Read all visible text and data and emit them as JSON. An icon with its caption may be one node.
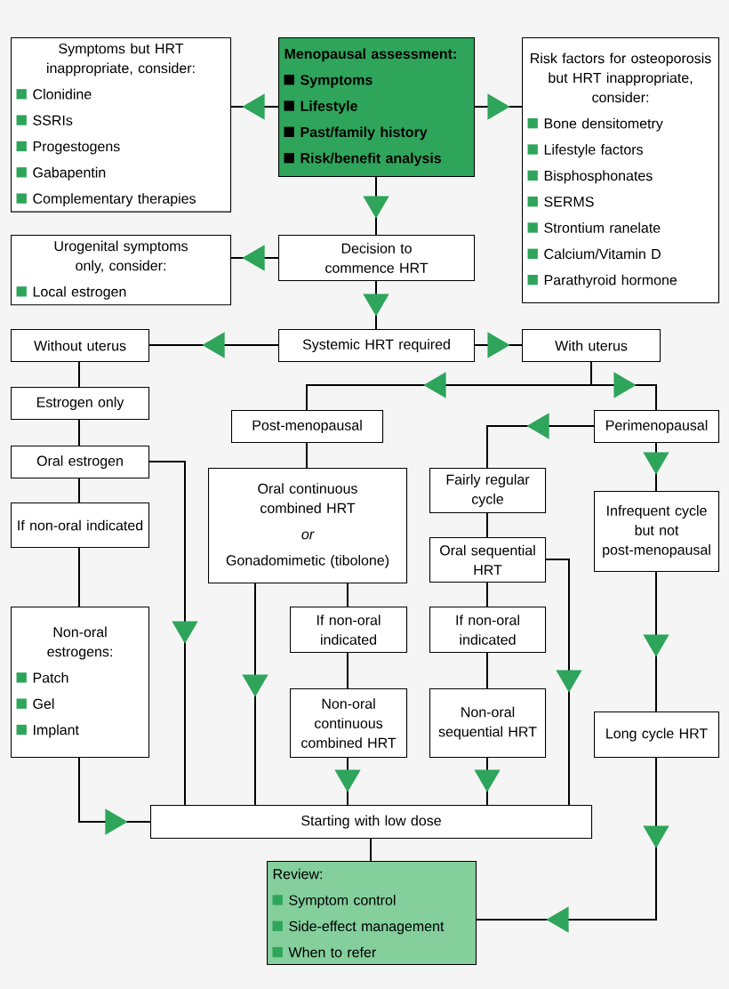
{
  "diagram": {
    "nodes": [
      {
        "text": [
          "Symptoms but HRT inappropriate, consider:",
          "Clonidine",
          "SSRIs",
          "Progestogens",
          "Gabapentin",
          "Complementary therapies"
        ]
      },
      {
        "text": [
          "Menopausal assessment:",
          "Symptoms",
          "Lifestyle",
          "Past/family history",
          "Risk/benefit analysis"
        ]
      },
      {
        "text": [
          "Risk factors for osteoporosis but HRT inappropriate, consider:",
          "Bone densitometry",
          "Lifestyle factors",
          "Bisphosphonates",
          "SERMS",
          "Strontium ranelate",
          "Calcium/Vitamin D",
          "Parathyroid hormone"
        ]
      },
      {
        "text": [
          "Urogenital symptoms only, consider:",
          "Local estrogen"
        ]
      },
      {
        "text": [
          "Decision to commence HRT"
        ]
      },
      {
        "text": [
          "Systemic HRT required"
        ]
      },
      {
        "text": [
          "Without uterus"
        ]
      },
      {
        "text": [
          "With uterus"
        ]
      },
      {
        "text": [
          "Estrogen only"
        ]
      },
      {
        "text": [
          "Post-menopausal"
        ]
      },
      {
        "text": [
          "Perimenopausal"
        ]
      },
      {
        "text": [
          "Oral estrogen"
        ]
      },
      {
        "text": [
          "Oral continuous combined HRT",
          "or",
          "Gonadomimetic (tibolone)"
        ]
      },
      {
        "text": [
          "Fairly regular cycle"
        ]
      },
      {
        "text": [
          "Infrequent cycle but not post-menopausal"
        ]
      },
      {
        "text": [
          "If non-oral indicated"
        ]
      },
      {
        "text": [
          "Oral sequential HRT"
        ]
      },
      {
        "text": [
          "If non-oral indicated"
        ]
      },
      {
        "text": [
          "If non-oral indicated"
        ]
      },
      {
        "text": [
          "Non-oral estrogens:",
          "Patch",
          "Gel",
          "Implant"
        ]
      },
      {
        "text": [
          "Non-oral continuous combined HRT"
        ]
      },
      {
        "text": [
          "Non-oral sequential HRT"
        ]
      },
      {
        "text": [
          "Long cycle HRT"
        ]
      },
      {
        "text": [
          "Starting with low dose"
        ]
      },
      {
        "text": [
          "Review:",
          "Symptom control",
          "Side-effect management",
          "When to refer"
        ]
      }
    ],
    "edges": [
      {
        "from": 1,
        "to": 0,
        "arrow": "to"
      },
      {
        "from": 1,
        "to": 2,
        "arrow": "to"
      },
      {
        "from": 1,
        "to": 4,
        "arrow": "to"
      },
      {
        "from": 4,
        "to": 3,
        "arrow": "to"
      },
      {
        "from": 4,
        "to": 5,
        "arrow": "to"
      },
      {
        "from": 5,
        "to": 6,
        "arrow": "to"
      },
      {
        "from": 5,
        "to": 7,
        "arrow": "to"
      },
      {
        "from": 7,
        "to": 9,
        "arrow": "to"
      },
      {
        "from": 7,
        "to": 10,
        "arrow": "to"
      },
      {
        "from": 10,
        "to": 13,
        "arrow": "to"
      },
      {
        "from": 10,
        "to": 14,
        "arrow": "to"
      },
      {
        "from": 6,
        "to": 8,
        "arrow": "none"
      },
      {
        "from": 8,
        "to": 11,
        "arrow": "none"
      },
      {
        "from": 11,
        "to": 15,
        "arrow": "none"
      },
      {
        "from": 15,
        "to": 19,
        "arrow": "none"
      },
      {
        "from": 19,
        "to": 23,
        "arrow": "to"
      },
      {
        "from": 11,
        "to": 23,
        "arrow": "to"
      },
      {
        "from": 9,
        "to": 12,
        "arrow": "none"
      },
      {
        "from": 12,
        "to": 23,
        "arrow": "to"
      },
      {
        "from": 12,
        "to": 17,
        "arrow": "none"
      },
      {
        "from": 17,
        "to": 20,
        "arrow": "none"
      },
      {
        "from": 20,
        "to": 23,
        "arrow": "to"
      },
      {
        "from": 13,
        "to": 16,
        "arrow": "none"
      },
      {
        "from": 16,
        "to": 18,
        "arrow": "none"
      },
      {
        "from": 18,
        "to": 21,
        "arrow": "none"
      },
      {
        "from": 21,
        "to": 23,
        "arrow": "to"
      },
      {
        "from": 16,
        "to": 23,
        "arrow": "to"
      },
      {
        "from": 14,
        "to": 22,
        "arrow": "to"
      },
      {
        "from": 22,
        "to": 24,
        "arrow": "to"
      },
      {
        "from": 23,
        "to": 24,
        "arrow": "none"
      }
    ]
  }
}
